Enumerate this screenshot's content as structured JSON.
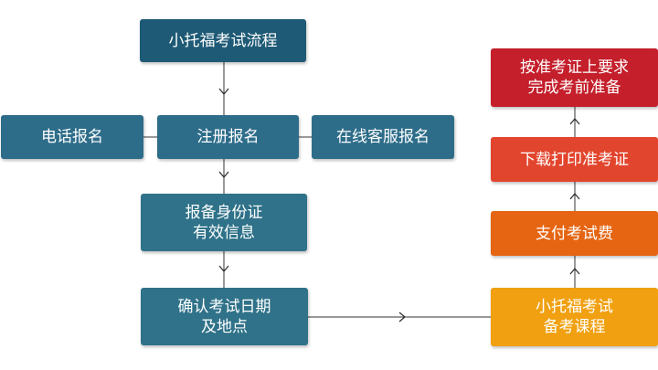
{
  "nodes": {
    "title": {
      "lines": [
        "小托福考试流程"
      ],
      "color": "#1e5a75"
    },
    "phone": {
      "lines": [
        "电话报名"
      ],
      "color": "#2e6d8a"
    },
    "register": {
      "lines": [
        "注册报名"
      ],
      "color": "#2e6d8a"
    },
    "online": {
      "lines": [
        "在线客服报名"
      ],
      "color": "#2e6d8a"
    },
    "prepare_id": {
      "lines": [
        "报备身份证",
        "有效信息"
      ],
      "color": "#2f7289"
    },
    "confirm": {
      "lines": [
        "确认考试日期",
        "及地点"
      ],
      "color": "#2f7289"
    },
    "course": {
      "lines": [
        "小托福考试",
        "备考课程"
      ],
      "color": "#f0a010"
    },
    "pay": {
      "lines": [
        "支付考试费"
      ],
      "color": "#e56512"
    },
    "print": {
      "lines": [
        "下载打印准考证"
      ],
      "color": "#e2452d"
    },
    "ready": {
      "lines": [
        "按准考证上要求",
        "完成考前准备"
      ],
      "color": "#c41f2b"
    }
  },
  "connector_color": "#333333"
}
